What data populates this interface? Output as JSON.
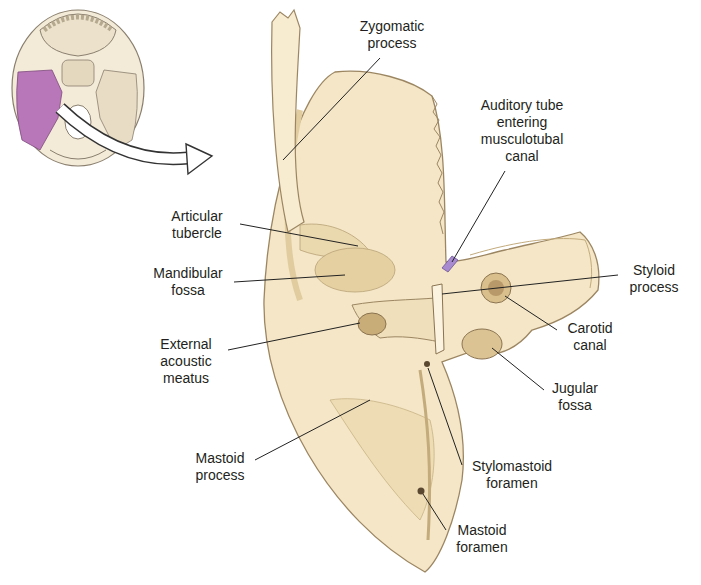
{
  "diagram": {
    "labels": [
      "Zygomatic process",
      "Auditory tube entering musculotubal canal",
      "Articular tubercle",
      "Mandibular fossa",
      "Styloid process",
      "Carotid canal",
      "External acoustic meatus",
      "Jugular fossa",
      "Mastoid process",
      "Stylomastoid foramen",
      "Mastoid foramen"
    ]
  }
}
